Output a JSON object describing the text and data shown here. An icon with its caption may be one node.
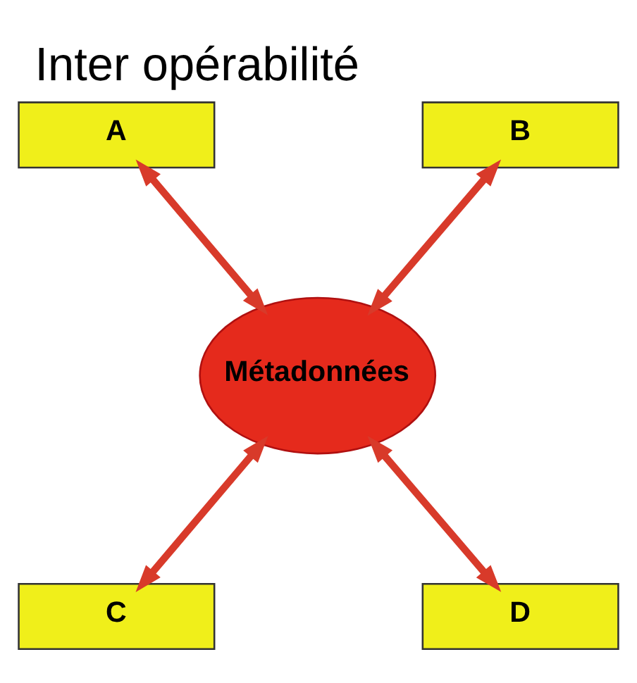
{
  "diagram": {
    "title": "Inter opérabilité",
    "nodes": [
      {
        "text": [
          "A"
        ]
      },
      {
        "text": [
          "B"
        ]
      },
      {
        "text": [
          "Métadonnées"
        ]
      },
      {
        "text": [
          "C"
        ]
      },
      {
        "text": [
          "D"
        ]
      }
    ],
    "edges": [
      {
        "from": 0,
        "to": 2,
        "arrow": "both"
      },
      {
        "from": 1,
        "to": 2,
        "arrow": "both"
      },
      {
        "from": 3,
        "to": 2,
        "arrow": "both"
      },
      {
        "from": 4,
        "to": 2,
        "arrow": "both"
      }
    ]
  }
}
